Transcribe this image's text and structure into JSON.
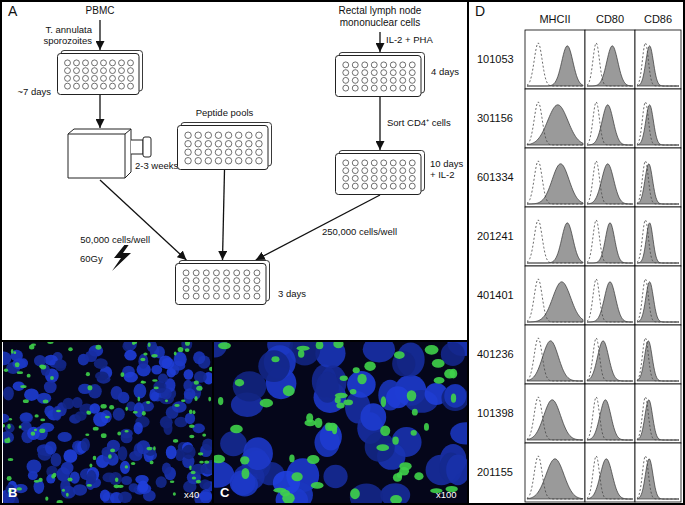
{
  "diagram": {
    "nodes": [
      {
        "text": [
          "PBMC"
        ]
      },
      {
        "text": [
          "~7 days"
        ]
      },
      {
        "text": [
          "2-3 weeks"
        ]
      },
      {
        "text": [
          "Peptide pools"
        ]
      },
      {
        "text": [
          "Rectal lymph node mononuclear cells"
        ]
      },
      {
        "text": [
          "4 days"
        ]
      },
      {
        "text": [
          "10 days + IL-2"
        ]
      },
      {
        "text": [
          "3 days"
        ]
      }
    ],
    "edges": [
      {
        "from": 0,
        "to": 1,
        "arrow": "to",
        "label": "T. annulata sporozoites"
      },
      {
        "from": 1,
        "to": 2,
        "arrow": "to"
      },
      {
        "from": 2,
        "to": 7,
        "arrow": "to",
        "label": "50,000 cells/well"
      },
      {
        "from": 3,
        "to": 7,
        "arrow": "to"
      },
      {
        "from": 4,
        "to": 5,
        "arrow": "to",
        "label": "IL-2 + PHA"
      },
      {
        "from": 5,
        "to": 6,
        "arrow": "to",
        "label": "Sort CD4⁺ cells"
      },
      {
        "from": 6,
        "to": 7,
        "arrow": "to",
        "label": "250,000 cells/well"
      }
    ],
    "labels": [
      "A",
      "60Gy",
      "B",
      "x40",
      "C",
      "x100",
      "D",
      "MHCII",
      "CD80",
      "CD86",
      "101053",
      "301156",
      "601334",
      "201241",
      "401401",
      "401236",
      "101398",
      "201155"
    ]
  }
}
